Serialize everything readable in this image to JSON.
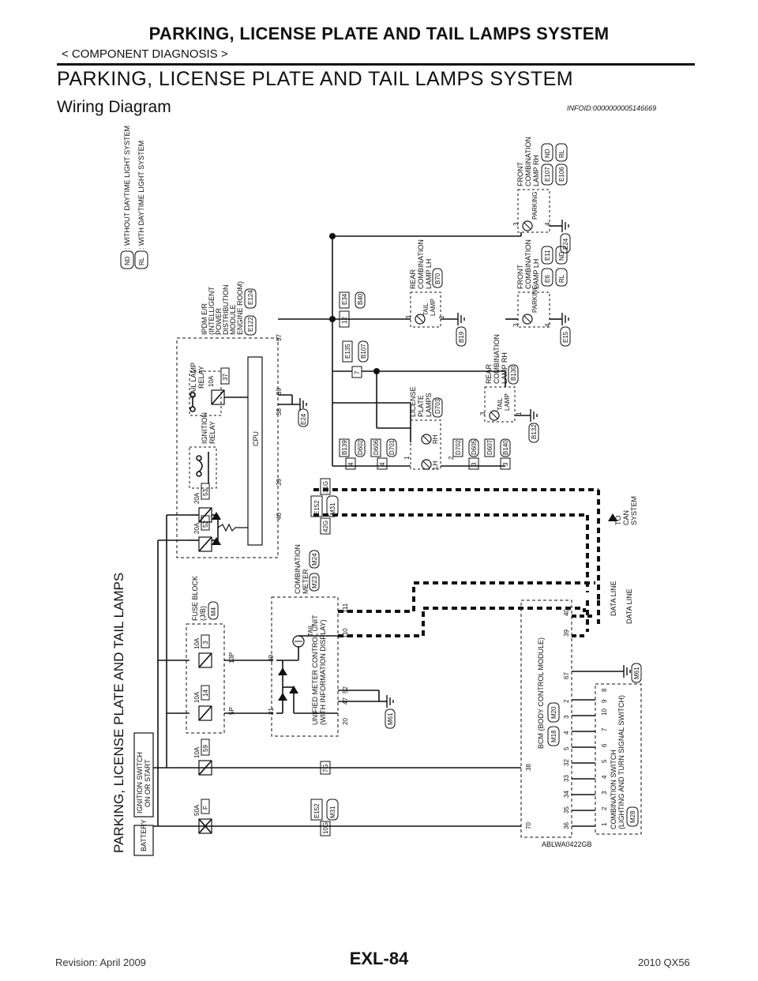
{
  "header": {
    "title": "PARKING, LICENSE PLATE AND TAIL LAMPS SYSTEM",
    "section": "< COMPONENT DIAGNOSIS >"
  },
  "main": {
    "heading": "PARKING, LICENSE PLATE AND TAIL LAMPS SYSTEM",
    "subheading": "Wiring Diagram",
    "info_id": "INFOID:0000000005146669"
  },
  "diagram": {
    "side_title": "PARKING, LICENSE PLATE AND TAIL LAMPS",
    "legend": [
      {
        "code": "ND",
        "text": ": WITHOUT DAYTIME LIGHT SYSTEM"
      },
      {
        "code": "RL",
        "text": ": WITH DAYTIME LIGHT SYSTEM"
      }
    ],
    "battery": "BATTERY",
    "ignition_switch": [
      "IGNITION SWITCH",
      "ON OR START"
    ],
    "fuses": {
      "f50": [
        "50A",
        "F"
      ],
      "f10_59": [
        "10A",
        "59"
      ],
      "f10_14": [
        "10A",
        "14"
      ],
      "f10_3": [
        "10A",
        "3"
      ],
      "f20_52": [
        "20A",
        "52"
      ],
      "f20_53": [
        "20A",
        "53"
      ],
      "f10_37": [
        "10A",
        "37"
      ]
    },
    "fuse_block": [
      "FUSE BLOCK",
      "(J/B)"
    ],
    "fuse_block_conn": "M4",
    "pins": {
      "p5P": "5P",
      "p13P": "13P",
      "p21": "21",
      "p49": "49",
      "p20": "20",
      "p47": "47",
      "p52": "52",
      "p110": "110",
      "p111": "111",
      "p40": "40",
      "p39": "39",
      "p38": "38",
      "p59": "59",
      "p57": "57",
      "p12": "12",
      "p7": "7",
      "p4a": "4",
      "p4b": "4",
      "p1": "1",
      "p2": "2",
      "p3a": "3",
      "p3b": "3",
      "p3c": "3",
      "p1b": "1",
      "p3d": "3",
      "p1c": "1",
      "p3e": "3",
      "p4c": "4",
      "p3f": "3",
      "p4d": "4",
      "p10G": "10G",
      "p7G": "7G",
      "p42G": "42G",
      "p31G": "31G",
      "bcm": [
        "36",
        "35",
        "34",
        "33",
        "32",
        "38",
        "70",
        "67",
        "39",
        "40"
      ],
      "cs_top": [
        "1",
        "2",
        "3",
        "4",
        "5",
        "6",
        "7",
        "10",
        "9",
        "8"
      ],
      "cs_bot": [
        "5",
        "4",
        "3",
        "2"
      ]
    },
    "meter": {
      "title": [
        "COMBINATION",
        "METER"
      ],
      "conn1": "M23",
      "conn2": "M24",
      "unit": [
        "UNIFIED METER CONTROL UNIT",
        "(WITH INFORMATION DISPLAY)"
      ],
      "tail": "TAIL"
    },
    "ipdm": {
      "title": [
        "IPDM E/R",
        "(INTELLIGENT",
        "POWER",
        "DISTRIBUTION",
        "MODULE",
        "ENGINE ROOM)"
      ],
      "conn1": "E122",
      "conn2": "E124",
      "cpu": "CPU",
      "ign_relay": [
        "IGNITION",
        "RELAY"
      ],
      "tail_relay": [
        "TAIL LAMP",
        "RELAY"
      ]
    },
    "bcm": {
      "title": "BCM (BODY CONTROL MODULE)",
      "conn1": "M18",
      "conn2": "M20"
    },
    "comb_switch": {
      "title": [
        "COMBINATION SWITCH",
        "(LIGHTING AND TURN SIGNAL SWITCH)"
      ],
      "conn": "M28"
    },
    "license": {
      "title": [
        "LICENSE",
        "PLATE",
        "LAMPS"
      ],
      "conn": "D703",
      "lh": "LH",
      "rh": "RH"
    },
    "rear_lh": {
      "title": [
        "REAR",
        "COMBINATION",
        "LAMP LH"
      ],
      "conn": "B70",
      "lamp": [
        "TAIL",
        "LAMP"
      ],
      "ground": "B19"
    },
    "rear_rh": {
      "title": [
        "REAR",
        "COMBINATION",
        "LAMP RH"
      ],
      "conn": "B130",
      "lamp": [
        "TAIL",
        "LAMP"
      ],
      "ground": "B132"
    },
    "front_lh": {
      "title": [
        "FRONT",
        "COMBINATION",
        "LAMP LH"
      ],
      "conn1": "E6",
      "conn2": "E11",
      "rl": "RL",
      "nd": "ND",
      "lamp": "PARKING",
      "ground": "E15"
    },
    "front_rh": {
      "title": [
        "FRONT",
        "COMBINATION",
        "LAMP RH"
      ],
      "conn1": "E107",
      "conn2": "E106",
      "nd": "ND",
      "rl": "RL",
      "lamp": "PARKING",
      "ground": "E24"
    },
    "connectors": {
      "e152a": "E152",
      "m31a": "M31",
      "e152b": "E152",
      "m31b": "M31",
      "e34": "E34",
      "b40": "B40",
      "e135": "E135",
      "b107": "B107",
      "b139": "B139",
      "d602": "D602",
      "d606": "D606",
      "d701": "D701",
      "d702": "D702",
      "d605": "D605",
      "d607": "D607",
      "b140": "B140",
      "e24": "E24",
      "m61a": "M61",
      "m61b": "M61"
    },
    "data_line1": "DATA LINE",
    "data_line2": "DATA LINE",
    "can": [
      "TO",
      "CAN",
      "SYSTEM"
    ]
  },
  "footer": {
    "ref_code": "ABLWA0422GB",
    "page_number": "EXL-84",
    "revision": "Revision: April 2009",
    "model": "2010 QX56"
  }
}
